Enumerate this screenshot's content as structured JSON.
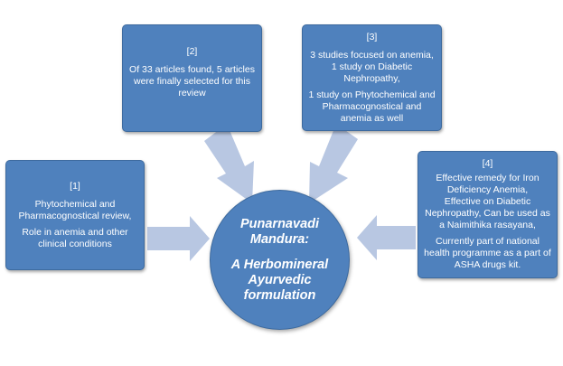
{
  "boxes": {
    "b1": {
      "number": "[1]",
      "text1": "Phytochemical and Pharmacognostical review,",
      "text2": "Role in anemia and other clinical conditions"
    },
    "b2": {
      "number": "[2]",
      "text1": "Of 33 articles found, 5 articles were finally selected for this review"
    },
    "b3": {
      "number": "[3]",
      "text1": "3 studies focused on anemia, 1 study  on Diabetic Nephropathy,",
      "text2": "1 study  on Phytochemical and Pharmacognostical and anemia  as well"
    },
    "b4": {
      "number": "[4]",
      "text1": "Effective  remedy for Iron Deficiency Anemia,",
      "text2": "Effective on Diabetic Nephropathy, Can be used as a Naimithika  rasayana,",
      "text3": "Currently part of national health programme  as  a part of ASHA drugs kit."
    }
  },
  "center": {
    "title": "Punarnavadi Mandura:",
    "subtitle": "A Herbomineral Ayurvedic formulation"
  },
  "colors": {
    "box_fill": "#4f81bd",
    "box_border": "#3d6a9e",
    "arrow_fill": "#b8c7e2",
    "text": "#ffffff"
  }
}
